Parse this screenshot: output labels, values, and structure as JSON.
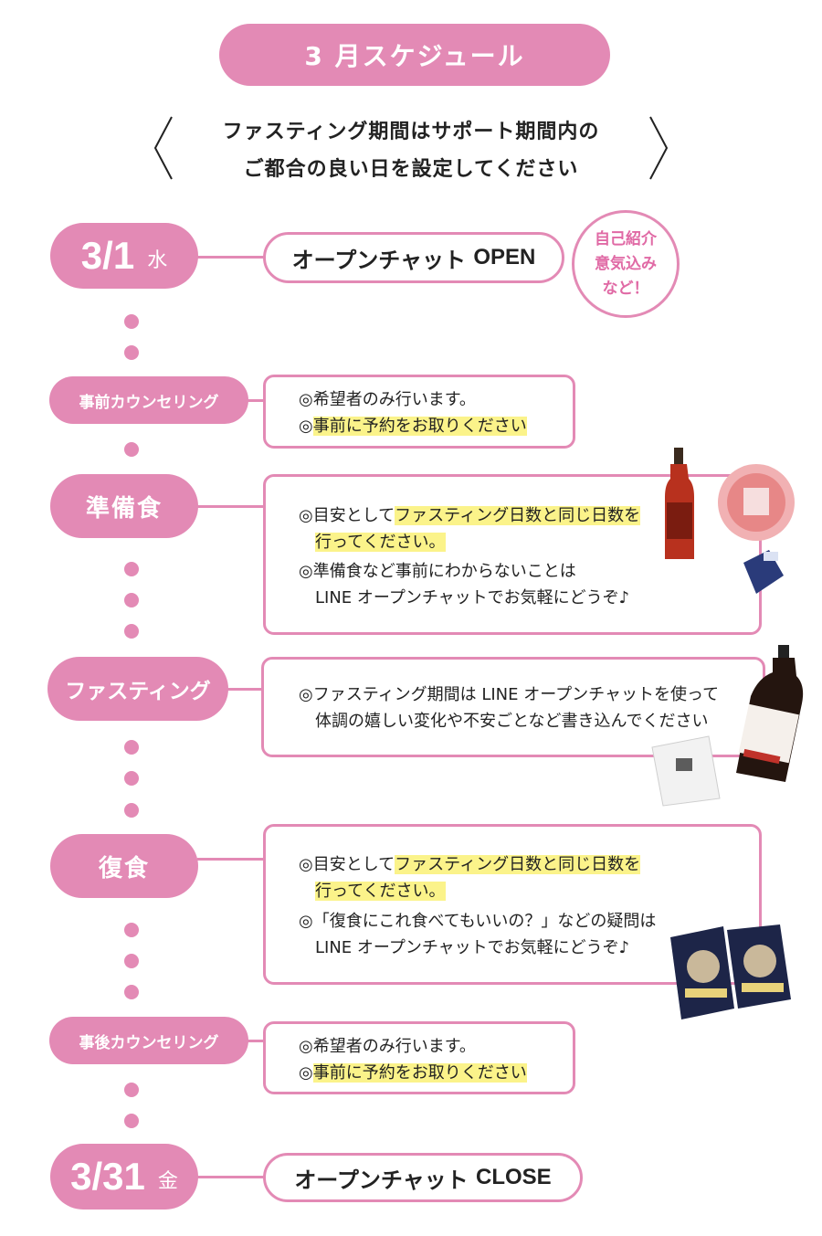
{
  "header": {
    "title": "3 月スケジュール"
  },
  "subtitle": {
    "line1": "ファスティング期間はサポート期間内の",
    "line2": "ご都合の良い日を設定してください"
  },
  "open": {
    "date": "3/1",
    "weekday": "水",
    "label_jp": "オープンチャット",
    "label_en": "OPEN",
    "note_line1": "自己紹介",
    "note_line2": "意気込み",
    "note_line3": "など！"
  },
  "pre_counseling": {
    "pill": "事前カウンセリング",
    "line1": "◎希望者のみ行います。",
    "line2_prefix": "◎",
    "line2_highlight": "事前に予約をお取りください"
  },
  "prep_food": {
    "pill": "準備食",
    "line1_prefix": "◎目安として",
    "line1_highlight": "ファスティング日数と同じ日数を",
    "line2_highlight": "行ってください。",
    "line3": "◎準備食など事前にわからないことは",
    "line4": "LINE オープンチャットでお気軽にどうぞ♪"
  },
  "fasting": {
    "pill": "ファスティング",
    "line1": "◎ファスティング期間は LINE オープンチャットを使って",
    "line2": "体調の嬉しい変化や不安ごとなど書き込んでください"
  },
  "recovery_food": {
    "pill": "復食",
    "line1_prefix": "◎目安として",
    "line1_highlight": "ファスティング日数と同じ日数を",
    "line2_highlight": "行ってください。",
    "line3": "◎「復食にこれ食べてもいいの？」などの疑問は",
    "line4": "LINE オープンチャットでお気軽にどうぞ♪"
  },
  "post_counseling": {
    "pill": "事後カウンセリング",
    "line1": "◎希望者のみ行います。",
    "line2_prefix": "◎",
    "line2_highlight": "事前に予約をお取りください"
  },
  "close": {
    "date": "3/31",
    "weekday": "金",
    "label_jp": "オープンチャット",
    "label_en": "CLOSE"
  },
  "colors": {
    "accent": "#e38ab5",
    "highlight": "#fbf38a"
  },
  "icons": [
    "left-chevron-icon",
    "right-chevron-icon",
    "product-photo-bottle",
    "product-photo-pack"
  ]
}
